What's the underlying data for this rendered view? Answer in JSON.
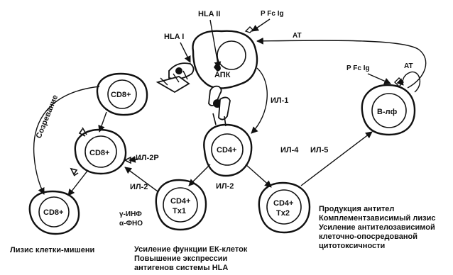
{
  "cells": {
    "apc": "АПК",
    "cd8_top": "CD8+",
    "cd8_mid": "CD8+",
    "cd8_bottom": "CD8+",
    "cd4_center": "CD4+",
    "th1_line1": "CD4+",
    "th1_line2": "Tx1",
    "th2_line1": "CD4+",
    "th2_line2": "Tx2",
    "b_cell": "В-лф"
  },
  "labels": {
    "hla_ii": "HLA II",
    "hla_i": "HLA I",
    "p_fc_ig_top": "P Fc Ig",
    "at_top": "AT",
    "p_fc_ig_right": "P Fc Ig",
    "at_right": "AT",
    "il1": "ИЛ-1",
    "il2p": "ИЛ-2Р",
    "il2_left": "ИЛ-2",
    "il2_center": "ИЛ-2",
    "il4": "ИЛ-4",
    "il5": "ИЛ-5",
    "maturation": "Созревание",
    "ifn": "γ-ИНФ",
    "tnf": "α-ФНО"
  },
  "captions": {
    "lysis": "Лизис клетки-мишени",
    "nk": [
      "Усиление функции ЕК-клеток",
      "Повышение экспрессии",
      "антигенов системы HLA"
    ],
    "antibody": [
      "Продукция антител",
      "Комплементзависимый лизис",
      "Усиление антителозависимой",
      "клеточно-опосредованой",
      "цитотоксичности"
    ]
  }
}
